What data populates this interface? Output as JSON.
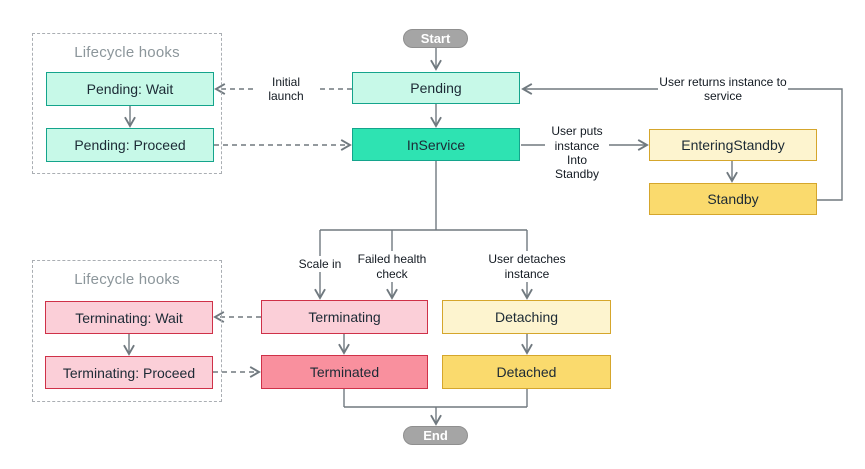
{
  "groups": {
    "hooks_top": {
      "label": "Lifecycle hooks"
    },
    "hooks_bottom": {
      "label": "Lifecycle hooks"
    }
  },
  "nodes": {
    "start": {
      "label": "Start"
    },
    "pending": {
      "label": "Pending"
    },
    "inservice": {
      "label": "InService"
    },
    "pending_wait": {
      "label": "Pending: Wait"
    },
    "pending_proceed": {
      "label": "Pending: Proceed"
    },
    "entering_standby": {
      "label": "EnteringStandby"
    },
    "standby": {
      "label": "Standby"
    },
    "terminating_wait": {
      "label": "Terminating: Wait"
    },
    "terminating_proceed": {
      "label": "Terminating: Proceed"
    },
    "terminating": {
      "label": "Terminating"
    },
    "terminated": {
      "label": "Terminated"
    },
    "detaching": {
      "label": "Detaching"
    },
    "detached": {
      "label": "Detached"
    },
    "end": {
      "label": "End"
    }
  },
  "edge_labels": {
    "initial_launch": "Initial launch",
    "user_puts": "User puts instance Into Standby",
    "user_returns": "User returns instance to service",
    "scale_in": "Scale in",
    "failed_health": "Failed health check",
    "user_detaches": "User detaches instance"
  },
  "theme": {
    "mint_fill": "#c7f9e8",
    "green_fill": "#2ee3b2",
    "teal_border": "#14a48c",
    "yellow_light_fill": "#fdf4cf",
    "yellow_fill": "#fada6d",
    "gold_border": "#d5a62c",
    "pink_light_fill": "#fbcfd8",
    "pink_fill": "#f9909e",
    "red_border": "#cf3148",
    "oval_fill": "#a5a5a5",
    "oval_border": "#8f8f8f",
    "line_color": "#70797f",
    "dash_border": "#aaaeb3",
    "muted_text": "#8c969b"
  }
}
